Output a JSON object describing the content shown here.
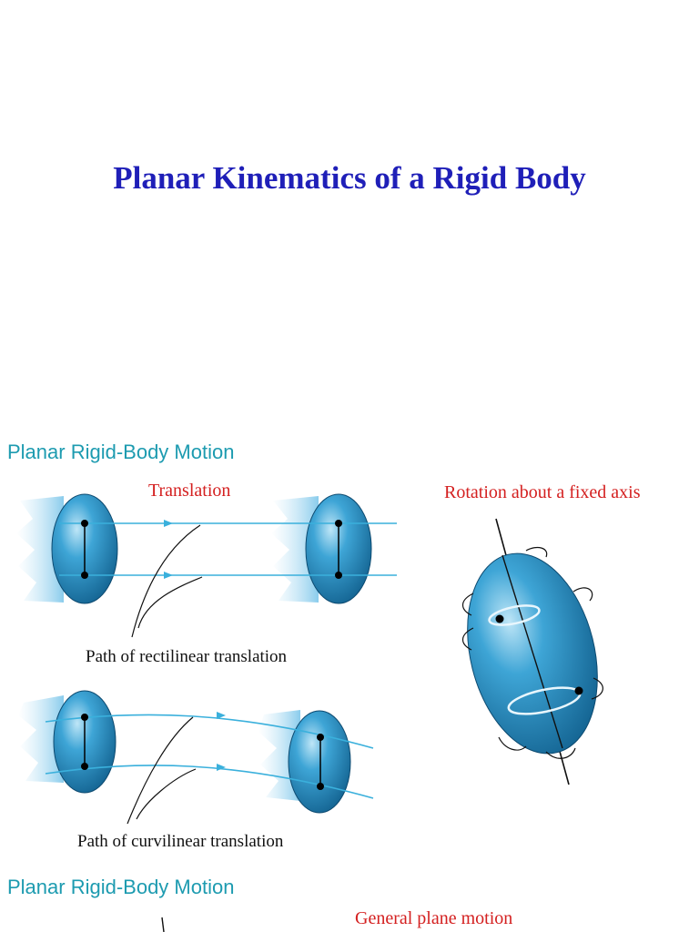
{
  "title": "Planar Kinematics of a Rigid Body",
  "sections": [
    {
      "heading": "Planar Rigid-Body Motion"
    },
    {
      "heading": "Planar Rigid-Body Motion"
    }
  ],
  "figure": {
    "translation_label": "Translation",
    "rotation_label": "Rotation about a fixed axis",
    "rectilinear_caption": "Path of rectilinear translation",
    "curvilinear_caption": "Path of curvilinear translation",
    "general_plane_label": "General plane motion"
  },
  "colors": {
    "title": "#1f1fb8",
    "section_heading": "#1d9bb0",
    "figure_label": "#d42020",
    "body_fill": "#2a8fc4",
    "path_line": "#3ab0dc"
  }
}
